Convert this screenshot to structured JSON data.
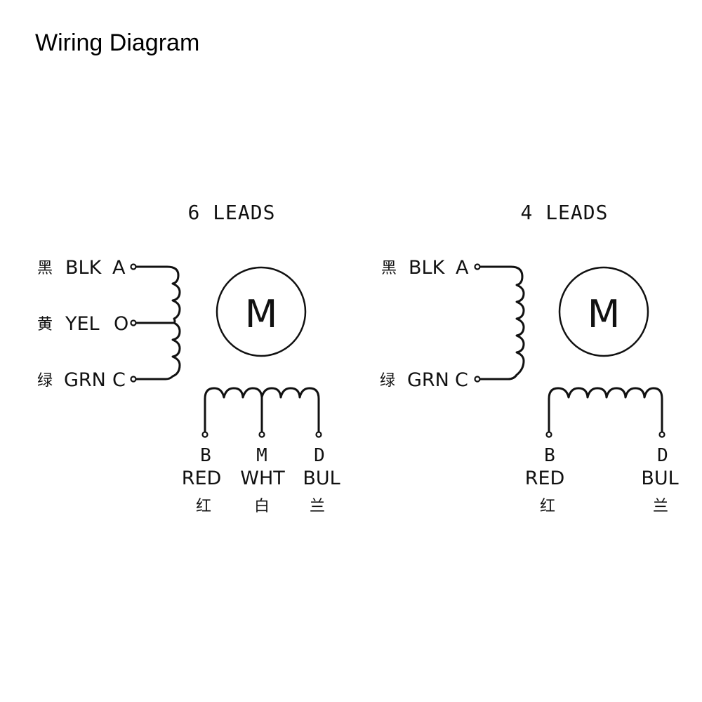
{
  "title": "Wiring Diagram",
  "diagrams": [
    {
      "heading": "6 LEADS",
      "motor_label": "M",
      "left_leads": [
        {
          "cn": "黑",
          "color": "BLK",
          "terminal": "A"
        },
        {
          "cn": "黄",
          "color": "YEL",
          "terminal": "O"
        },
        {
          "cn": "绿",
          "color": "GRN",
          "terminal": "C"
        }
      ],
      "bottom_leads": [
        {
          "terminal": "B",
          "color": "RED",
          "cn": "红"
        },
        {
          "terminal": "M",
          "color": "WHT",
          "cn": "白"
        },
        {
          "terminal": "D",
          "color": "BUL",
          "cn": "兰"
        }
      ]
    },
    {
      "heading": "4 LEADS",
      "motor_label": "M",
      "left_leads": [
        {
          "cn": "黑",
          "color": "BLK",
          "terminal": "A"
        },
        {
          "cn": "绿",
          "color": "GRN",
          "terminal": "C"
        }
      ],
      "bottom_leads": [
        {
          "terminal": "B",
          "color": "RED",
          "cn": "红"
        },
        {
          "terminal": "D",
          "color": "BUL",
          "cn": "兰"
        }
      ]
    }
  ]
}
